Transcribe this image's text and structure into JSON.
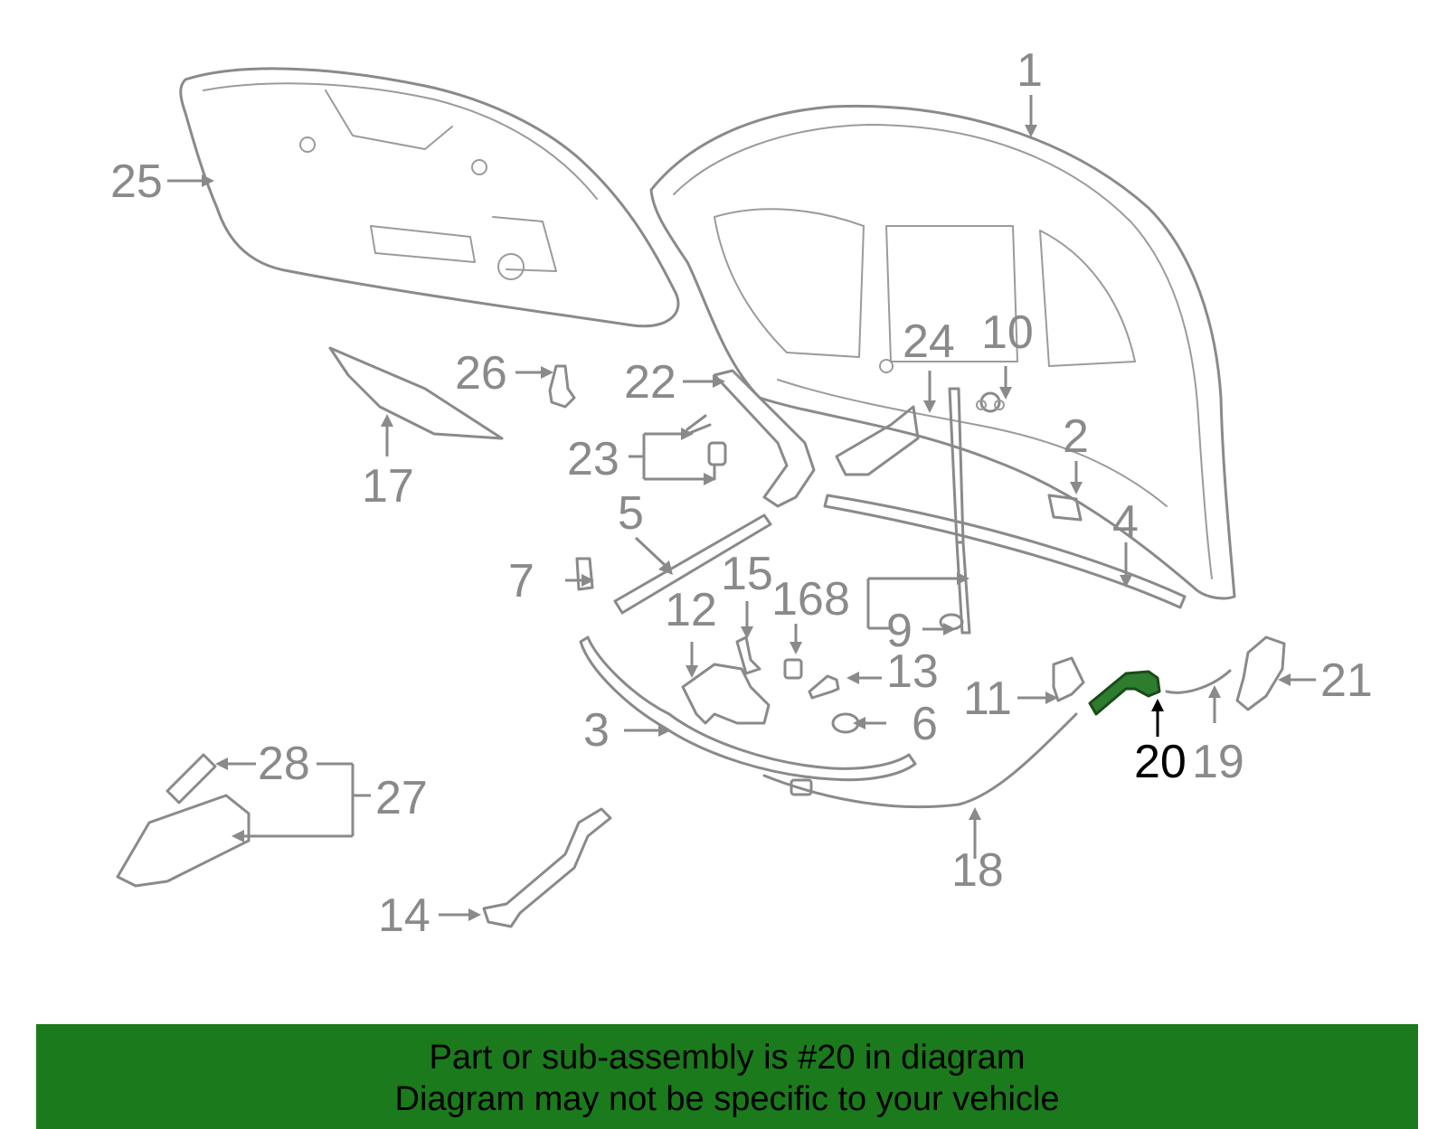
{
  "diagram": {
    "highlight_color": "#2e7d2e",
    "labels": {
      "l1": "1",
      "l2": "2",
      "l3": "3",
      "l4": "4",
      "l5": "5",
      "l6": "6",
      "l7": "7",
      "l8": "8",
      "l9": "9",
      "l10": "10",
      "l11": "11",
      "l12": "12",
      "l13": "13",
      "l14": "14",
      "l15": "15",
      "l16": "16",
      "l17": "17",
      "l18": "18",
      "l19": "19",
      "l20": "20",
      "l21": "21",
      "l22": "22",
      "l23": "23",
      "l24": "24",
      "l25": "25",
      "l26": "26",
      "l27": "27",
      "l28": "28"
    }
  },
  "banner": {
    "line1": "Part or sub-assembly is #20 in diagram",
    "line2": "Diagram may not be specific to your vehicle",
    "background": "#1b7a1b"
  }
}
